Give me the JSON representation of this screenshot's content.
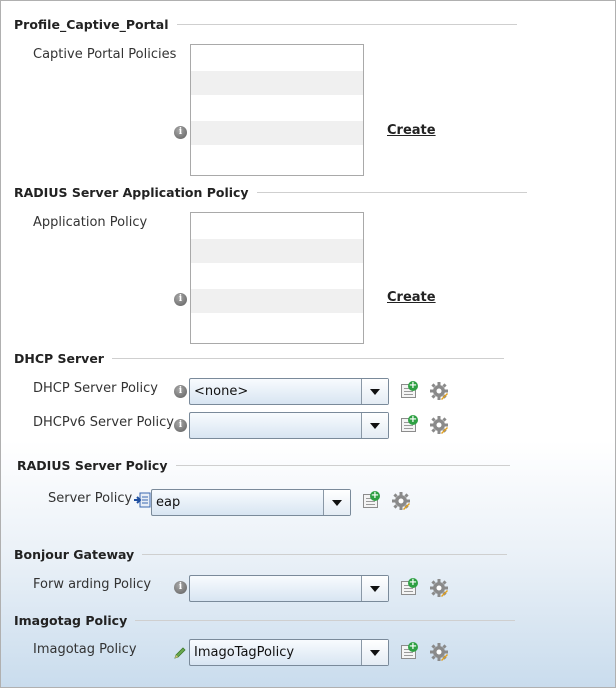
{
  "captive_portal": {
    "title": "Profile_Captive_Portal",
    "field_label": "Captive Portal Policies",
    "create_label": "Create"
  },
  "radius_app": {
    "title": "RADIUS Server Application Policy",
    "field_label": "Application Policy",
    "create_label": "Create"
  },
  "dhcp": {
    "title": "DHCP Server",
    "server_policy_label": "DHCP Server Policy",
    "server_policy_value": "<none>",
    "v6_policy_label": "DHCPv6 Server Policy",
    "v6_policy_value": ""
  },
  "radius_server": {
    "title": "RADIUS Server Policy",
    "server_policy_label": "Server Policy",
    "server_policy_value": "eap"
  },
  "bonjour": {
    "title": "Bonjour Gateway",
    "forwarding_label": "Forw arding Policy",
    "forwarding_value": ""
  },
  "imagotag": {
    "title": "Imagotag Policy",
    "policy_label": "Imagotag Policy",
    "policy_value": "ImagoTagPolicy"
  },
  "icons": {
    "info": "info-icon",
    "add": "add-policy-icon",
    "configure": "gear-icon",
    "edit": "pencil-icon",
    "policy": "policy-list-icon"
  },
  "colors": {
    "select_top": "#f8fbfe",
    "select_bottom": "#d8e5f2",
    "background_bottom": "#c9dced",
    "add_green": "#2ea043"
  }
}
